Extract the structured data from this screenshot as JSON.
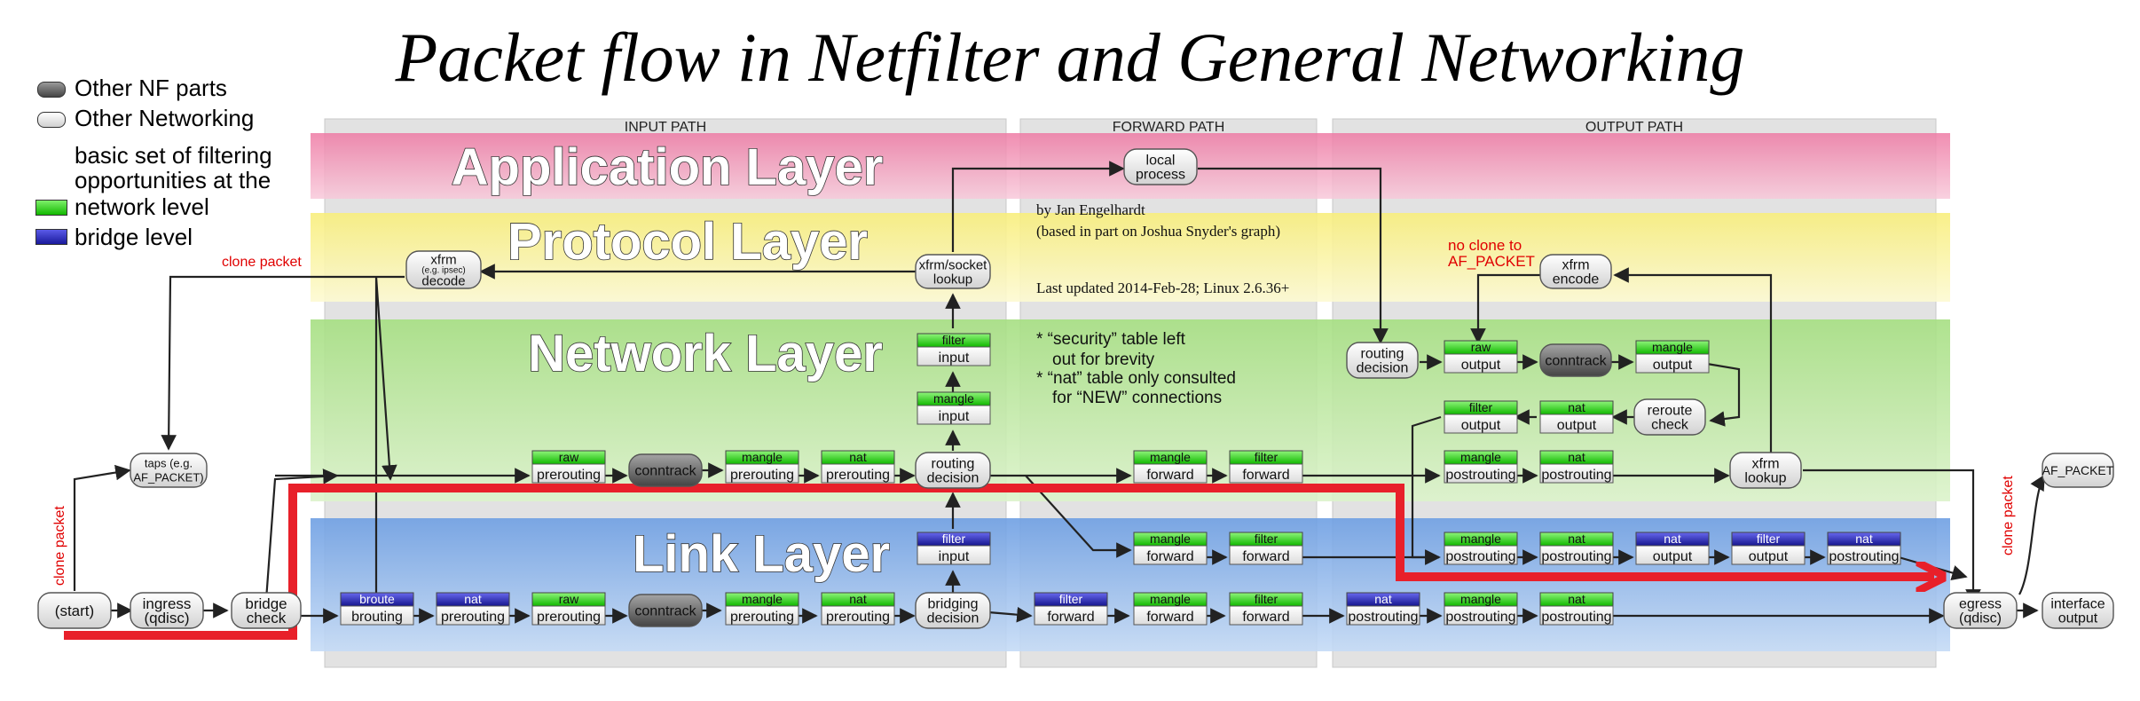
{
  "title": "Packet flow in Netfilter and General Networking",
  "legend": {
    "other_nf": "Other NF parts",
    "other_networking": "Other Networking",
    "basic_set_line1": "basic set of filtering",
    "basic_set_line2": "opportunities at the",
    "network_level": "network level",
    "bridge_level": "bridge level"
  },
  "paths": {
    "input": "INPUT PATH",
    "forward": "FORWARD PATH",
    "output": "OUTPUT PATH"
  },
  "layers": {
    "application": "Application Layer",
    "protocol": "Protocol Layer",
    "network": "Network Layer",
    "link": "Link Layer"
  },
  "credits": {
    "line1": "by Jan Engelhardt",
    "line2": "(based in part on Joshua Snyder's graph)",
    "line3": "Last updated 2014-Feb-28; Linux 2.6.36+"
  },
  "notes": {
    "line1": "* “security” table left",
    "line2": "out for brevity",
    "line3": "* “nat” table only consulted",
    "line4": "for “NEW” connections"
  },
  "red_labels": {
    "clone_packet_top": "clone packet",
    "clone_packet_left": "clone packet",
    "clone_packet_right": "clone packet",
    "no_clone_line1": "no clone to",
    "no_clone_line2": "AF_PACKET"
  },
  "pills": {
    "start": "(start)",
    "ingress_l1": "ingress",
    "ingress_l2": "(qdisc)",
    "bridge_check_l1": "bridge",
    "bridge_check_l2": "check",
    "taps_l1": "taps (e.g.",
    "taps_l2": "AF_PACKET)",
    "xfrm_decode_l1": "xfrm",
    "xfrm_decode_l2": "(e.g. ipsec)",
    "xfrm_decode_l3": "decode",
    "local_process_l1": "local",
    "local_process_l2": "process",
    "xfrm_socket_l1": "xfrm/socket",
    "xfrm_socket_l2": "lookup",
    "routing_decision_in_l1": "routing",
    "routing_decision_in_l2": "decision",
    "bridging_decision_l1": "bridging",
    "bridging_decision_l2": "decision",
    "routing_decision_out_l1": "routing",
    "routing_decision_out_l2": "decision",
    "xfrm_encode_l1": "xfrm",
    "xfrm_encode_l2": "encode",
    "reroute_check_l1": "reroute",
    "reroute_check_l2": "check",
    "xfrm_lookup_l1": "xfrm",
    "xfrm_lookup_l2": "lookup",
    "egress_l1": "egress",
    "egress_l2": "(qdisc)",
    "af_packet": "AF_PACKET",
    "interface_output_l1": "interface",
    "interface_output_l2": "output",
    "conntrack": "conntrack"
  },
  "boxes": {
    "net_raw_prerouting": [
      "raw",
      "prerouting"
    ],
    "net_mangle_prerouting": [
      "mangle",
      "prerouting"
    ],
    "net_nat_prerouting": [
      "nat",
      "prerouting"
    ],
    "net_mangle_input": [
      "mangle",
      "input"
    ],
    "net_filter_input": [
      "filter",
      "input"
    ],
    "net_mangle_forward": [
      "mangle",
      "forward"
    ],
    "net_filter_forward": [
      "filter",
      "forward"
    ],
    "net_raw_output": [
      "raw",
      "output"
    ],
    "net_mangle_output": [
      "mangle",
      "output"
    ],
    "net_filter_output": [
      "filter",
      "output"
    ],
    "net_nat_output": [
      "nat",
      "output"
    ],
    "net_mangle_postrouting": [
      "mangle",
      "postrouting"
    ],
    "net_nat_postrouting": [
      "nat",
      "postrouting"
    ],
    "link_filter_input": [
      "filter",
      "input"
    ],
    "link_mangle_forward": [
      "mangle",
      "forward"
    ],
    "link_filter_forward": [
      "filter",
      "forward"
    ],
    "link_mangle_postrouting": [
      "mangle",
      "postrouting"
    ],
    "link_nat_postrouting": [
      "nat",
      "postrouting"
    ],
    "link_nat_output": [
      "nat",
      "output"
    ],
    "link_filter_output": [
      "filter",
      "output"
    ],
    "link_nat_postrouting2": [
      "nat",
      "postrouting"
    ],
    "br_broute_brouting": [
      "broute",
      "brouting"
    ],
    "br_nat_prerouting": [
      "nat",
      "prerouting"
    ],
    "br_raw_prerouting": [
      "raw",
      "prerouting"
    ],
    "br_mangle_prerouting": [
      "mangle",
      "prerouting"
    ],
    "br_nat_prerouting2": [
      "nat",
      "prerouting"
    ],
    "br_filter_forward": [
      "filter",
      "forward"
    ],
    "br_mangle_forward": [
      "mangle",
      "forward"
    ],
    "br_filter_forward2": [
      "filter",
      "forward"
    ],
    "br_nat_postrouting": [
      "nat",
      "postrouting"
    ],
    "br_mangle_postrouting": [
      "mangle",
      "postrouting"
    ],
    "br_nat_postrouting2": [
      "nat",
      "postrouting"
    ]
  },
  "colors": {
    "application_band": "#f3a6c2",
    "protocol_band": "#fbf6a8",
    "network_band": "#c4e9a8",
    "link_band": "#9cc0ec",
    "network_level": "#2fd21a",
    "bridge_level": "#2424b8",
    "other_nf": "#666666",
    "other_networking": "#e4e4e4",
    "highlight_path": "#e8202a",
    "annotation": "#e00000"
  }
}
